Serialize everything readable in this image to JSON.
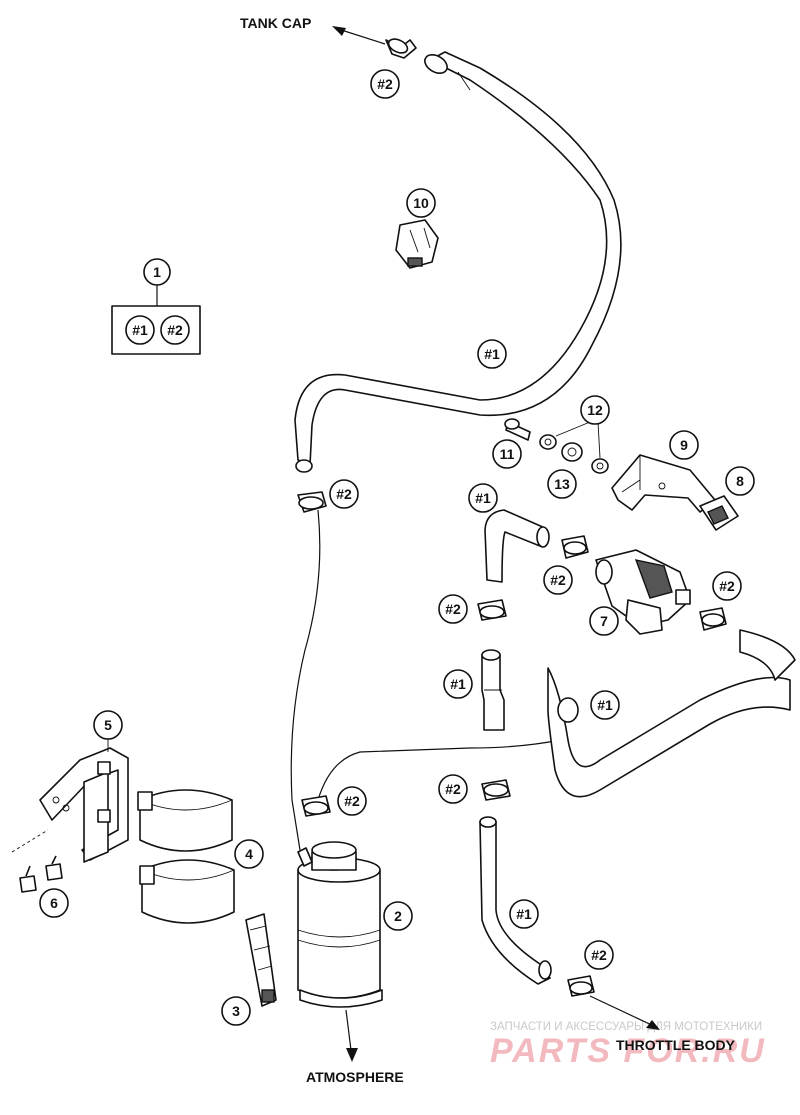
{
  "labels": {
    "tank_cap": "TANK CAP",
    "atmosphere": "ATMOSPHERE",
    "throttle_body": "THROTTLE BODY"
  },
  "callouts": {
    "c1": "1",
    "c2": "2",
    "c3": "3",
    "c4": "4",
    "c5": "5",
    "c6": "6",
    "c7": "7",
    "c8": "8",
    "c9": "9",
    "c10": "10",
    "c11": "11",
    "c12": "12",
    "c13": "13",
    "h1": "#1",
    "h2": "#2"
  },
  "watermark": {
    "tagline": "ЗАПЧАСТИ И АКСЕССУАРЫ ДЛЯ МОТОТЕХНИКИ",
    "brand": "PARTS FOR.RU",
    "color": "#e0303c"
  }
}
